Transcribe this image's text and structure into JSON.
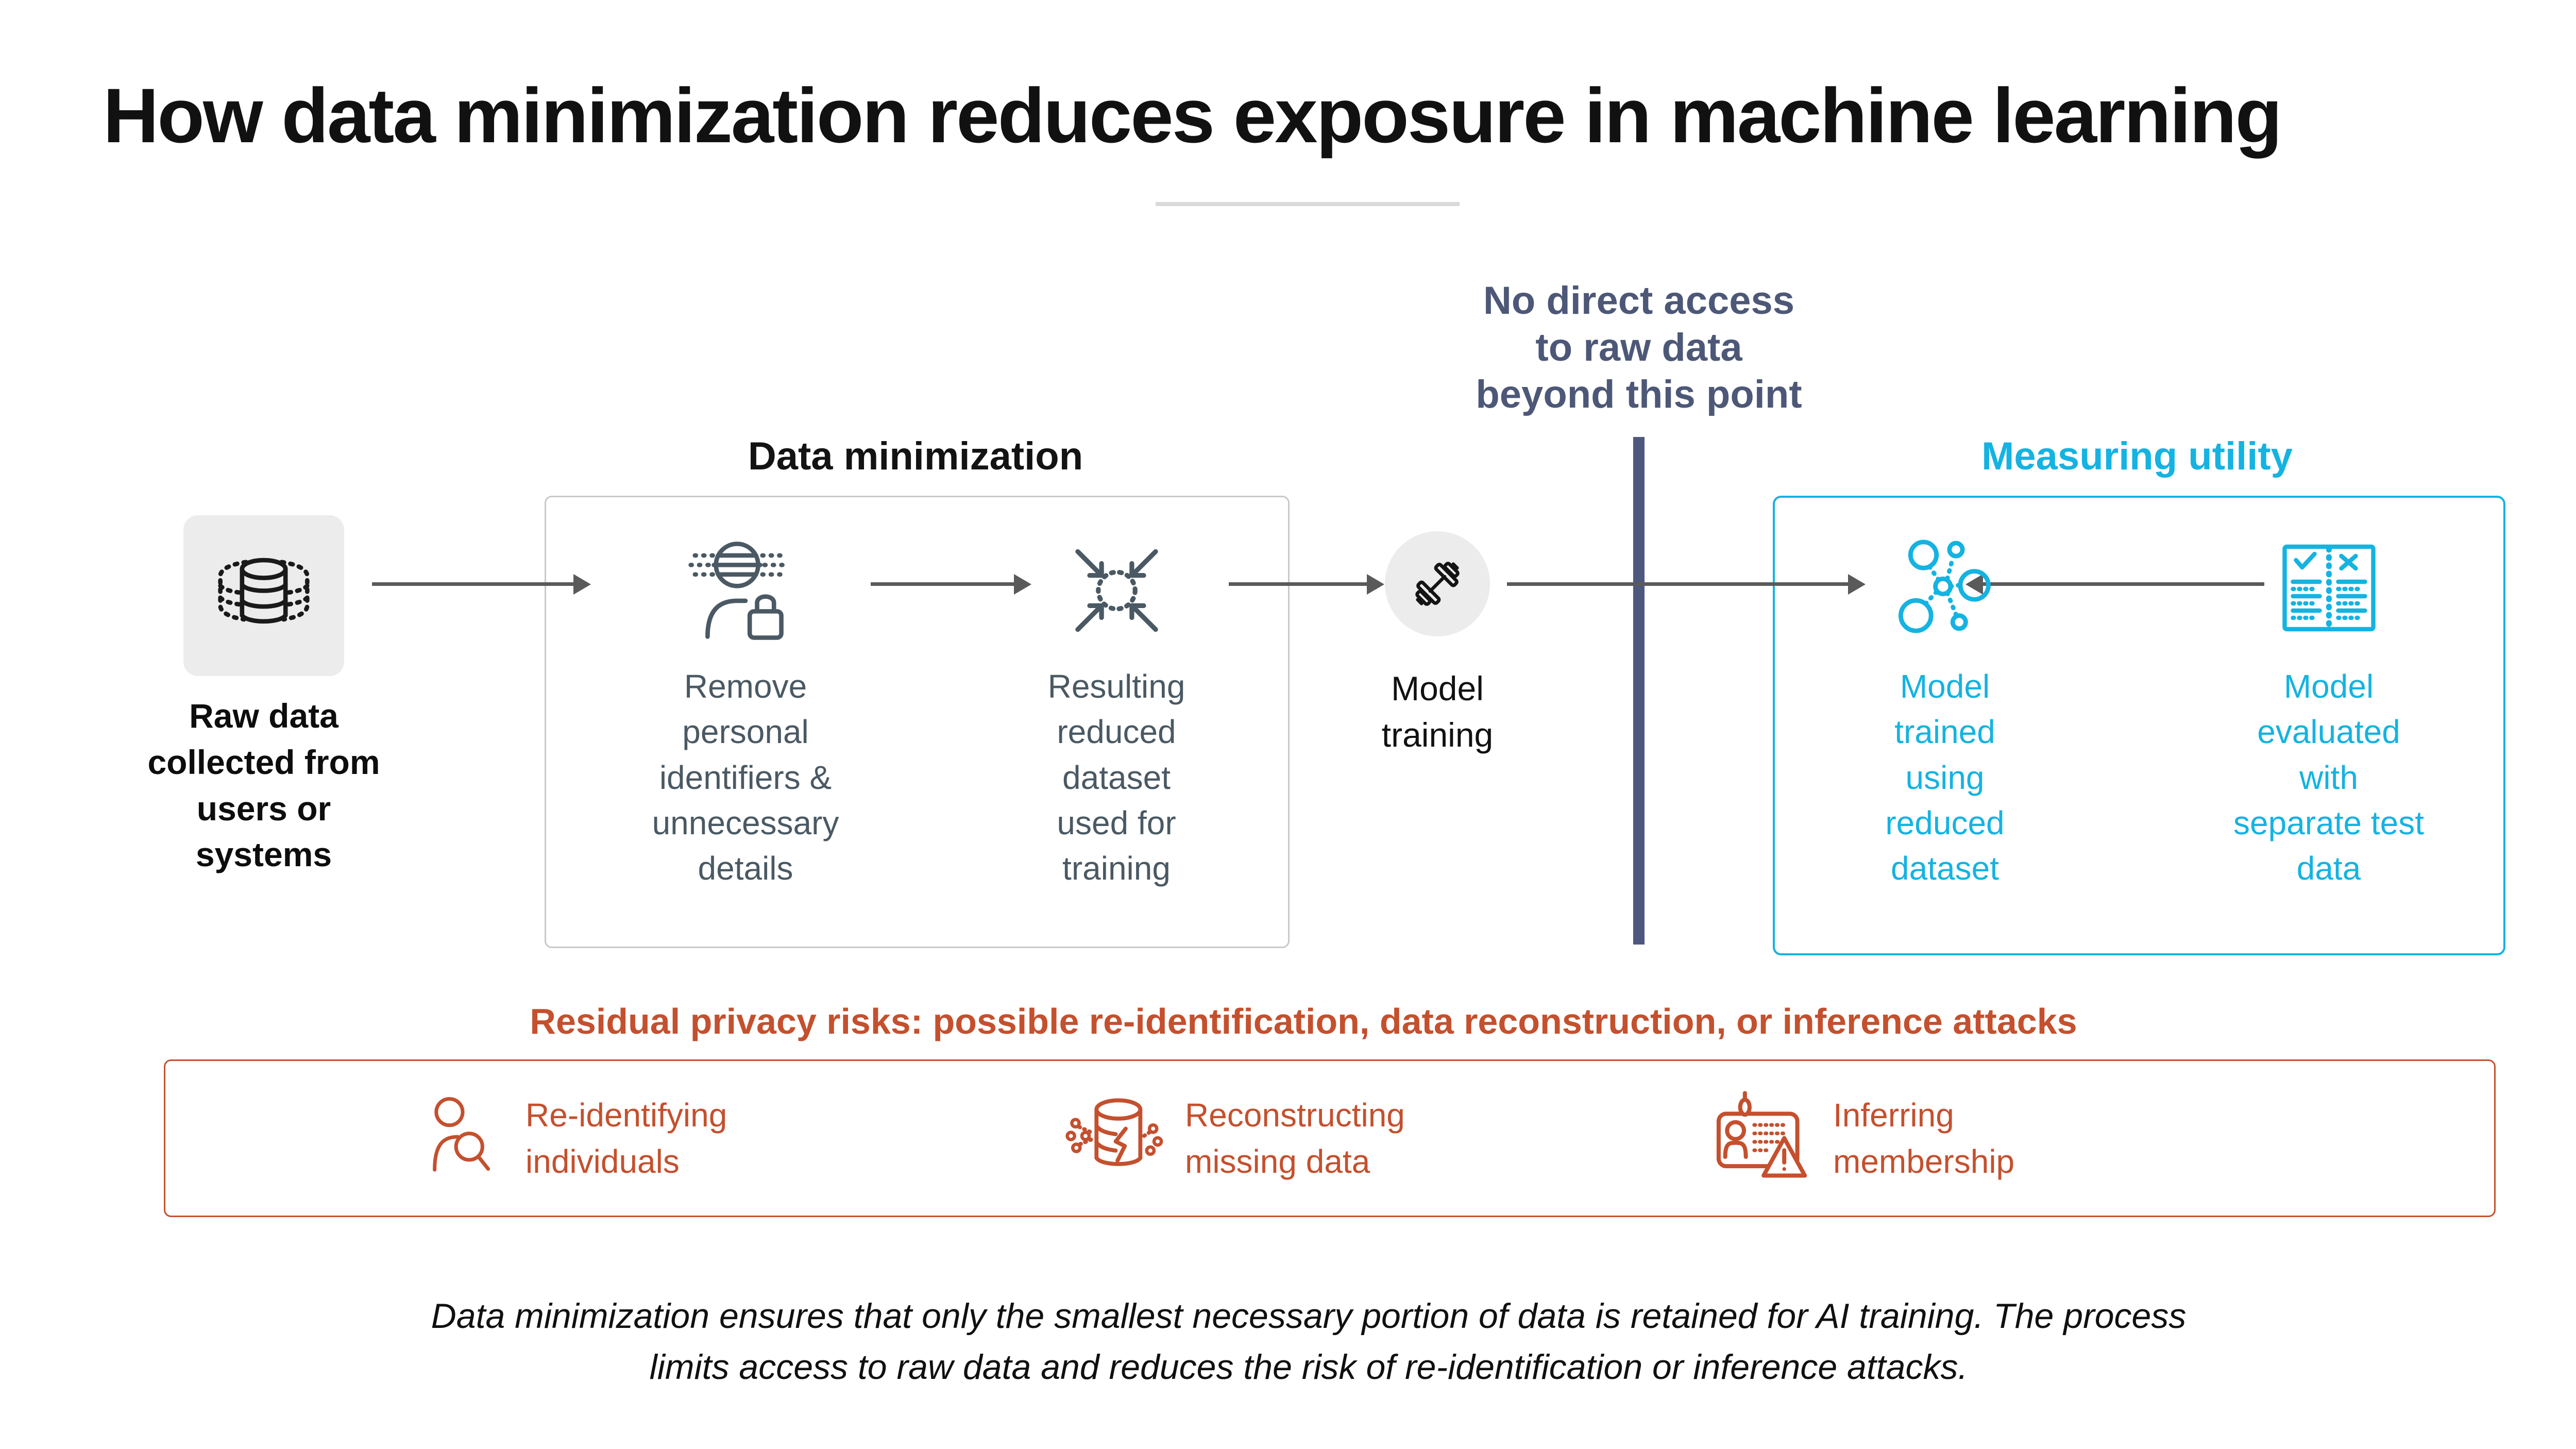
{
  "title": "How data minimization reduces exposure in machine learning",
  "colors": {
    "navy_annotation": "#4d5878",
    "divider_navy": "#4e587e",
    "cyan_accent": "#14b3e2",
    "orange_risk": "#c4502e",
    "arrow_gray": "#5a5a5a",
    "tile_gray": "#ececec",
    "box_border_gray": "#c9c9c9",
    "slate_step_text": "#4a5963"
  },
  "annotations": {
    "no_access": "No direct access\nto raw data\nbeyond this point"
  },
  "flow": {
    "raw_data": {
      "label": "Raw data\ncollected from\nusers or\nsystems",
      "icon": "database-icon"
    },
    "data_minimization": {
      "heading": "Data minimization",
      "steps": [
        {
          "label": "Remove\npersonal\nidentifiers &\nunnecessary\ndetails",
          "icon": "anonymize-person-lock-icon"
        },
        {
          "label": "Resulting\nreduced\ndataset\nused for\ntraining",
          "icon": "compress-arrows-icon"
        }
      ]
    },
    "model_training": {
      "label": "Model\ntraining",
      "icon": "dumbbell-icon"
    },
    "measuring_utility": {
      "heading": "Measuring utility",
      "steps": [
        {
          "label": "Model\ntrained\nusing\nreduced\ndataset",
          "icon": "network-bubbles-icon"
        },
        {
          "label": "Model\nevaluated\nwith\nseparate test\ndata",
          "icon": "test-checklist-icon"
        }
      ]
    }
  },
  "risks": {
    "heading": "Residual privacy risks: possible re-identification, data reconstruction, or inference attacks",
    "items": [
      {
        "label": "Re-identifying\nindividuals",
        "icon": "person-magnifier-icon"
      },
      {
        "label": "Reconstructing\nmissing data",
        "icon": "cracked-database-icon"
      },
      {
        "label": "Inferring\nmembership",
        "icon": "badge-warning-icon"
      }
    ]
  },
  "footer": "Data minimization ensures that only the smallest necessary portion of data is retained for AI training. The process\nlimits access to raw data and reduces the risk of re-identification or inference attacks."
}
